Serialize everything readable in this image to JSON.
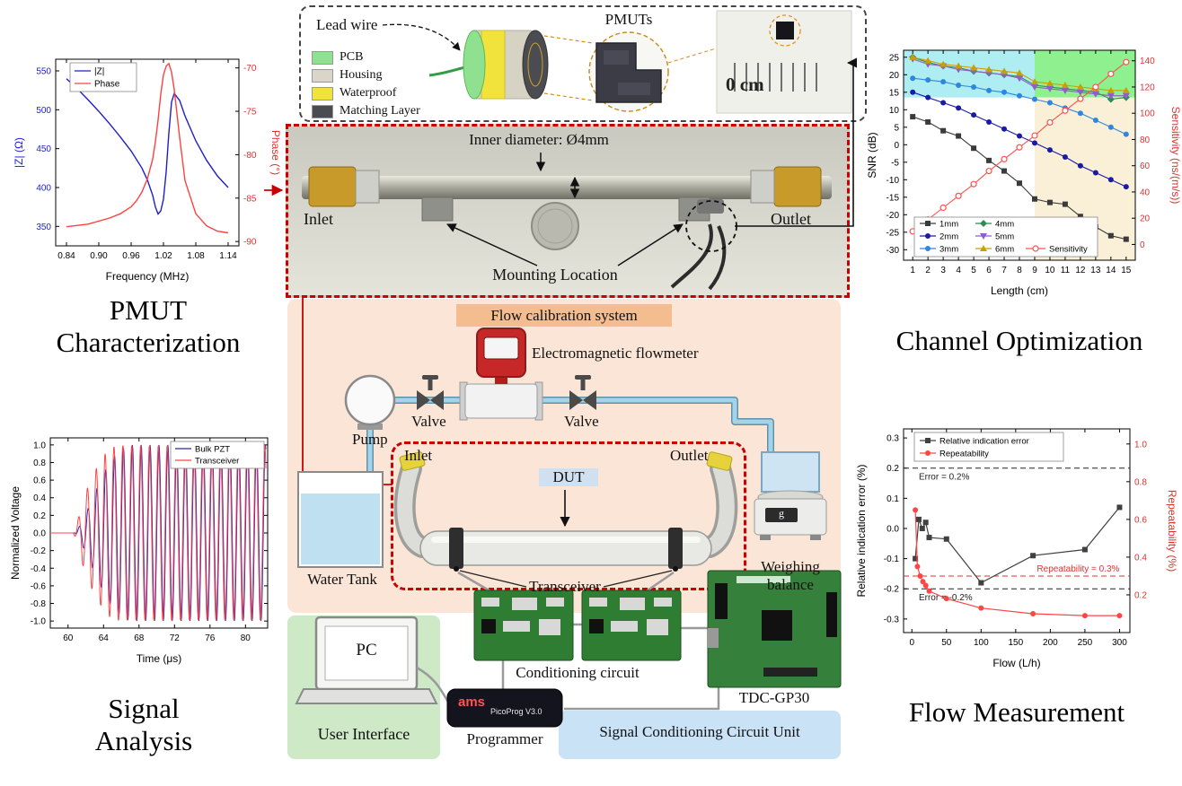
{
  "titles": {
    "pmut": [
      "PMUT",
      "Characterization"
    ],
    "signal": [
      "Signal",
      "Analysis"
    ],
    "channel": "Channel Optimization",
    "flowmeas": "Flow Measurement"
  },
  "pmut_assembly": {
    "lead_wire_label": "Lead wire",
    "pmuts_label": "PMUTs",
    "legend": [
      {
        "label": "PCB",
        "color": "#8fe08f"
      },
      {
        "label": "Housing",
        "color": "#d9d5c9"
      },
      {
        "label": "Waterproof",
        "color": "#f1e33c"
      },
      {
        "label": "Matching Layer",
        "color": "#4b4b52"
      }
    ],
    "ruler_label": "0 cm"
  },
  "tube_photo": {
    "inner_diameter_label": "Inner diameter: Ø4mm",
    "inlet_label": "Inlet",
    "outlet_label": "Outlet",
    "mounting_label": "Mounting Location"
  },
  "flow_system": {
    "title": "Flow calibration system",
    "flowmeter_label": "Electromagnetic flowmeter",
    "pump_label": "Pump",
    "valve1_label": "Valve",
    "valve2_label": "Valve",
    "water_tank_label": "Water Tank",
    "dut_inlet_label": "Inlet",
    "dut_outlet_label": "Outlet",
    "dut_label": "DUT",
    "transceiver_label": "Transceiver",
    "weighing_balance_label": "Weighing balance",
    "balance_display": "g"
  },
  "electronics": {
    "pc_label": "PC",
    "user_interface_label": "User Interface",
    "conditioning_circuit_label": "Conditioning circuit",
    "tdc_label": "TDC-GP30",
    "programmer_label": "Programmer",
    "programmer_brand": "ams",
    "programmer_model": "PicoProg V3.0",
    "signal_unit_label": "Signal Conditioning Circuit Unit"
  },
  "chart_data": [
    {
      "id": "impedance",
      "type": "line",
      "xlabel": "Frequency (MHz)",
      "ylabel_left": "|Z| (Ω)",
      "ylabel_right": "Phase (°)",
      "xlim": [
        0.82,
        1.16
      ],
      "xticks": [
        0.84,
        0.9,
        0.96,
        1.02,
        1.08,
        1.14
      ],
      "ylim_left": [
        325,
        565
      ],
      "yticks_left": [
        350,
        400,
        450,
        500,
        550
      ],
      "ylim_right": [
        -90.5,
        -69
      ],
      "yticks_right": [
        -90,
        -85,
        -80,
        -75,
        -70
      ],
      "series": [
        {
          "name": "|Z|",
          "axis": "left",
          "color": "#1f1fc8",
          "width": 1.4,
          "x": [
            0.84,
            0.86,
            0.88,
            0.9,
            0.92,
            0.94,
            0.96,
            0.98,
            0.99,
            1.0,
            1.005,
            1.01,
            1.015,
            1.02,
            1.025,
            1.03,
            1.035,
            1.04,
            1.05,
            1.06,
            1.08,
            1.1,
            1.12,
            1.14
          ],
          "y": [
            540,
            527,
            513,
            498,
            482,
            465,
            447,
            425,
            410,
            390,
            375,
            366,
            370,
            385,
            420,
            470,
            510,
            521,
            512,
            492,
            460,
            435,
            415,
            400
          ]
        },
        {
          "name": "Phase",
          "axis": "right",
          "color": "#ff4040",
          "width": 1.4,
          "x": [
            0.84,
            0.88,
            0.92,
            0.94,
            0.96,
            0.97,
            0.98,
            0.99,
            1.0,
            1.005,
            1.01,
            1.015,
            1.02,
            1.025,
            1.03,
            1.035,
            1.04,
            1.05,
            1.06,
            1.08,
            1.1,
            1.12,
            1.14
          ],
          "y": [
            -88.3,
            -88.0,
            -87.3,
            -86.8,
            -86.0,
            -85.3,
            -84.3,
            -82.8,
            -80.5,
            -78.5,
            -76.0,
            -73.0,
            -70.8,
            -69.8,
            -69.5,
            -70.5,
            -72.5,
            -78.0,
            -83.0,
            -86.8,
            -88.2,
            -88.8,
            -89.0
          ]
        }
      ]
    },
    {
      "id": "signal",
      "type": "line",
      "xlabel": "Time (μs)",
      "ylabel": "Normalized Voltage",
      "xlim": [
        58,
        82.5
      ],
      "xticks": [
        60,
        64,
        68,
        72,
        76,
        80
      ],
      "ylim": [
        -1.08,
        1.08
      ],
      "yticks": [
        -1.0,
        -0.8,
        -0.6,
        -0.4,
        -0.2,
        0.0,
        0.2,
        0.4,
        0.6,
        0.8,
        1.0
      ],
      "waveform": {
        "carrier_mhz": 1.0,
        "t_start": 58,
        "t_end": 82.3,
        "dt": 0.05,
        "series": [
          {
            "name": "Bulk PZT",
            "color": "#2929b8",
            "phase_deg": 0,
            "envelope": [
              [
                58,
                0
              ],
              [
                60.8,
                0
              ],
              [
                61.2,
                0.06
              ],
              [
                62,
                0.22
              ],
              [
                63,
                0.45
              ],
              [
                64,
                0.68
              ],
              [
                65,
                0.85
              ],
              [
                66,
                0.95
              ],
              [
                67,
                1.0
              ],
              [
                82.3,
                1.0
              ]
            ]
          },
          {
            "name": "Transceiver",
            "color": "#ff4444",
            "phase_deg": 25,
            "envelope": [
              [
                58,
                0
              ],
              [
                60.6,
                0
              ],
              [
                61.0,
                0.1
              ],
              [
                61.6,
                0.35
              ],
              [
                62.5,
                0.6
              ],
              [
                63.5,
                0.8
              ],
              [
                64.5,
                0.95
              ],
              [
                65.5,
                1.0
              ],
              [
                82.3,
                1.0
              ]
            ]
          }
        ]
      }
    },
    {
      "id": "snr",
      "type": "line",
      "xlabel": "Length (cm)",
      "ylabel_left": "SNR (dB)",
      "ylabel_right": "Sensitivity (ns/(m/s))",
      "xlim": [
        0.4,
        15.6
      ],
      "xticks": [
        1,
        2,
        3,
        4,
        5,
        6,
        7,
        8,
        9,
        10,
        11,
        12,
        13,
        14,
        15
      ],
      "x": [
        1,
        2,
        3,
        4,
        5,
        6,
        7,
        8,
        9,
        10,
        11,
        12,
        13,
        14,
        15
      ],
      "ylim_left": [
        -33,
        27
      ],
      "yticks_left": [
        -30,
        -25,
        -20,
        -15,
        -10,
        -5,
        0,
        5,
        10,
        15,
        20,
        25
      ],
      "ylim_right": [
        -12,
        148
      ],
      "yticks_right": [
        0,
        20,
        40,
        60,
        80,
        100,
        120,
        140
      ],
      "regions": [
        {
          "x0": 0.4,
          "x1": 9,
          "y0": 13.5,
          "y1": 27,
          "color": "#aeeef2"
        },
        {
          "x0": 9,
          "x1": 15.6,
          "y0": 13.5,
          "y1": 27,
          "color": "#8ef08e"
        },
        {
          "x0": 9,
          "x1": 15.6,
          "y0": -33,
          "y1": 13.5,
          "color": "#faf0d7"
        }
      ],
      "series": [
        {
          "name": "1mm",
          "axis": "left",
          "color": "#3a3a3a",
          "marker": "square",
          "width": 1.1,
          "y": [
            8,
            6.5,
            4,
            2.5,
            -1,
            -4.5,
            -7.5,
            -11,
            -15.5,
            -16.5,
            -17,
            -20.5,
            -23.5,
            -26,
            -27
          ]
        },
        {
          "name": "2mm",
          "axis": "left",
          "color": "#1a1aa6",
          "marker": "circle",
          "width": 1.1,
          "y": [
            15,
            13.5,
            12,
            10.5,
            8.5,
            6.5,
            4.5,
            2.5,
            0.5,
            -1.5,
            -3.5,
            -6,
            -8,
            -10,
            -12
          ]
        },
        {
          "name": "3mm",
          "axis": "left",
          "color": "#2e86de",
          "marker": "circle",
          "width": 1.1,
          "y": [
            19,
            18.5,
            18,
            17,
            16.5,
            15.5,
            15,
            14,
            13,
            12,
            10.5,
            9,
            7,
            5,
            3
          ]
        },
        {
          "name": "4mm",
          "axis": "left",
          "color": "#2e8b57",
          "marker": "diamond",
          "width": 1.1,
          "y": [
            25,
            23.5,
            22.5,
            22,
            21,
            20.5,
            20,
            19.5,
            17,
            16.5,
            16,
            15.5,
            15,
            13,
            13.5
          ]
        },
        {
          "name": "5mm",
          "axis": "left",
          "color": "#8e5ec9",
          "marker": "tri-down",
          "width": 1.1,
          "y": [
            24.5,
            23,
            22.5,
            21.5,
            21,
            20.5,
            20,
            19,
            16.5,
            16,
            15.5,
            15,
            14.5,
            14,
            14
          ]
        },
        {
          "name": "6mm",
          "axis": "left",
          "color": "#c8a000",
          "marker": "tri-up",
          "width": 1.1,
          "y": [
            25,
            24,
            23,
            22.5,
            22,
            21.5,
            21,
            20.5,
            18,
            17.5,
            17,
            16.5,
            16,
            15.5,
            15.5
          ]
        },
        {
          "name": "Sensitivity",
          "axis": "right",
          "color": "#ff5050",
          "marker": "open-circle",
          "width": 1.1,
          "y": [
            10,
            19,
            28,
            37,
            46,
            56,
            65,
            74,
            83,
            93,
            102,
            111,
            120,
            130,
            139
          ]
        }
      ]
    },
    {
      "id": "flow",
      "type": "line",
      "xlabel": "Flow (L/h)",
      "ylabel_left": "Relative indication error (%)",
      "ylabel_right": "Repeatability (%)",
      "xlim": [
        -12,
        315
      ],
      "xticks": [
        0,
        50,
        100,
        150,
        200,
        250,
        300
      ],
      "ylim_left": [
        -0.345,
        0.33
      ],
      "yticks_left": [
        -0.3,
        -0.2,
        -0.1,
        0.0,
        0.1,
        0.2,
        0.3
      ],
      "ylim_right": [
        0,
        1.08
      ],
      "yticks_right": [
        0.2,
        0.4,
        0.6,
        0.8,
        1.0
      ],
      "ref_lines": [
        {
          "axis": "left",
          "value": 0.2,
          "color": "#222222",
          "label": "Error = 0.2%",
          "label_x": 10,
          "side": "below",
          "anchor": "start"
        },
        {
          "axis": "left",
          "value": -0.2,
          "color": "#222222",
          "label": "Error = -0.2%",
          "label_x": 10,
          "side": "below",
          "anchor": "start"
        },
        {
          "axis": "right",
          "value": 0.3,
          "color": "#e03131",
          "label": "Repeatability = 0.3%",
          "label_x": 300,
          "side": "above",
          "anchor": "end"
        }
      ],
      "series": [
        {
          "name": "Relative indication error",
          "axis": "left",
          "color": "#404040",
          "marker": "square",
          "width": 1.2,
          "x": [
            5,
            10,
            15,
            20,
            25,
            50,
            100,
            175,
            250,
            300
          ],
          "y": [
            -0.1,
            0.03,
            0.0,
            0.02,
            -0.03,
            -0.035,
            -0.18,
            -0.09,
            -0.07,
            0.07
          ]
        },
        {
          "name": "Repeatability",
          "axis": "right",
          "color": "#ff4444",
          "marker": "circle",
          "width": 1.2,
          "x": [
            5,
            8,
            12,
            16,
            20,
            25,
            50,
            100,
            175,
            250,
            300
          ],
          "y": [
            0.65,
            0.35,
            0.3,
            0.27,
            0.25,
            0.22,
            0.18,
            0.13,
            0.1,
            0.09,
            0.09
          ]
        }
      ]
    }
  ]
}
